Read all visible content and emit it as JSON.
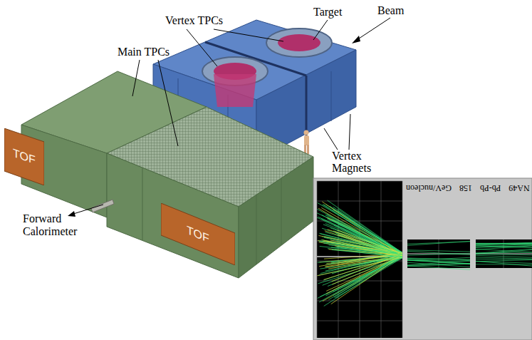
{
  "diagram": {
    "nodes": [
      {
        "text": [
          "TOF"
        ]
      },
      {
        "text": [
          "TOF"
        ]
      }
    ],
    "labels": [
      "Beam",
      "Target",
      "Vertex TPCs",
      "Main TPCs",
      "Vertex Magnets",
      "Forward Calorimeter",
      "NA49 Pb-Pb 158 GeV/nucleon"
    ]
  }
}
